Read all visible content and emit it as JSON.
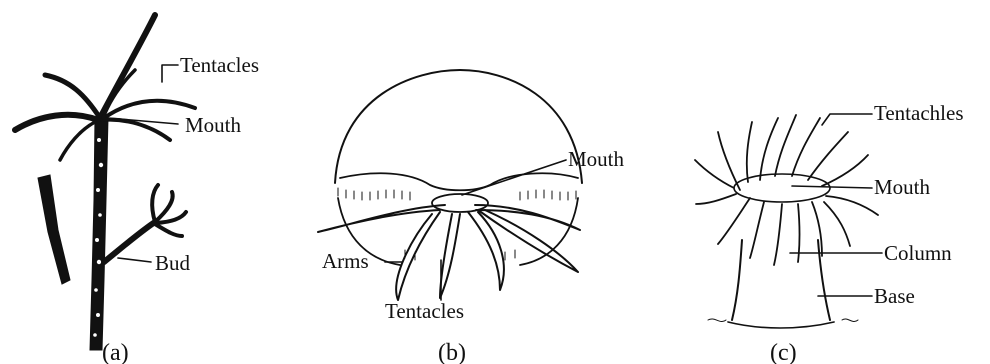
{
  "figure": {
    "panel_a": {
      "caption": "(a)",
      "labels": {
        "tentacles": "Tentacles",
        "mouth": "Mouth",
        "bud": "Bud"
      }
    },
    "panel_b": {
      "caption": "(b)",
      "labels": {
        "mouth": "Mouth",
        "arms": "Arms",
        "tentacles": "Tentacles"
      }
    },
    "panel_c": {
      "caption": "(c)",
      "labels": {
        "tentacles": "Tentachles",
        "mouth": "Mouth",
        "column": "Column",
        "base": "Base"
      }
    }
  }
}
